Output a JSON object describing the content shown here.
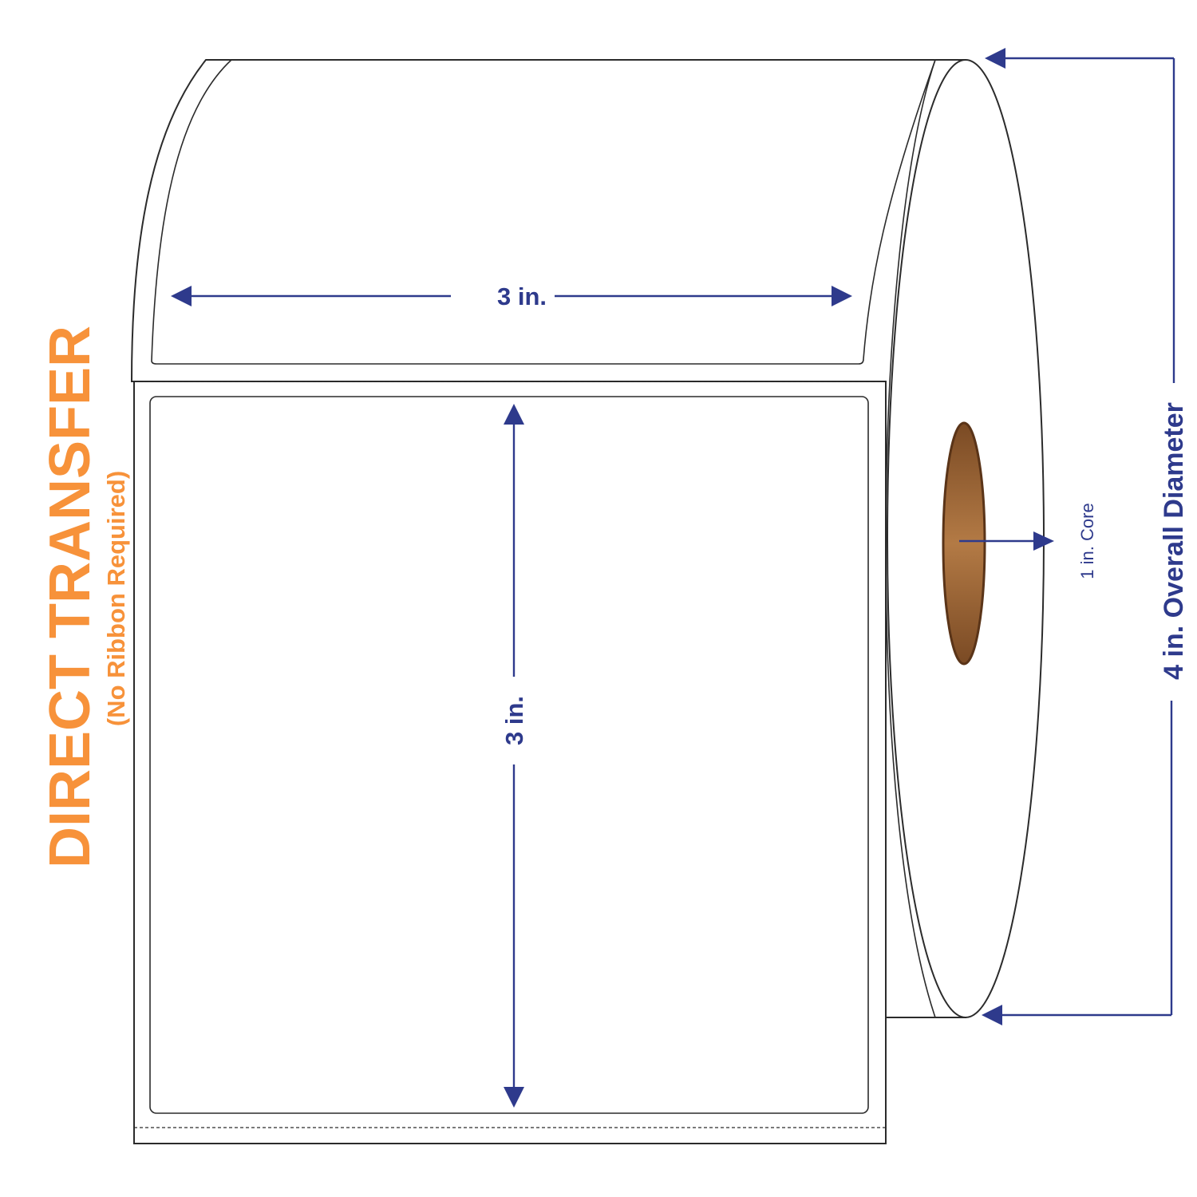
{
  "title": {
    "main": "DIRECT TRANSFER",
    "sub": "(No Ribbon Required)"
  },
  "dimensions": {
    "label_width": "3 in.",
    "label_height": "3 in.",
    "core": "1 in. Core",
    "overall_diameter": "4 in. Overall Diameter"
  },
  "colors": {
    "title": "#f7923a",
    "dimension": "#2e3a8c",
    "outline": "#2b2b2b",
    "core_dark": "#6b3f1e",
    "core_light": "#b37a45"
  }
}
